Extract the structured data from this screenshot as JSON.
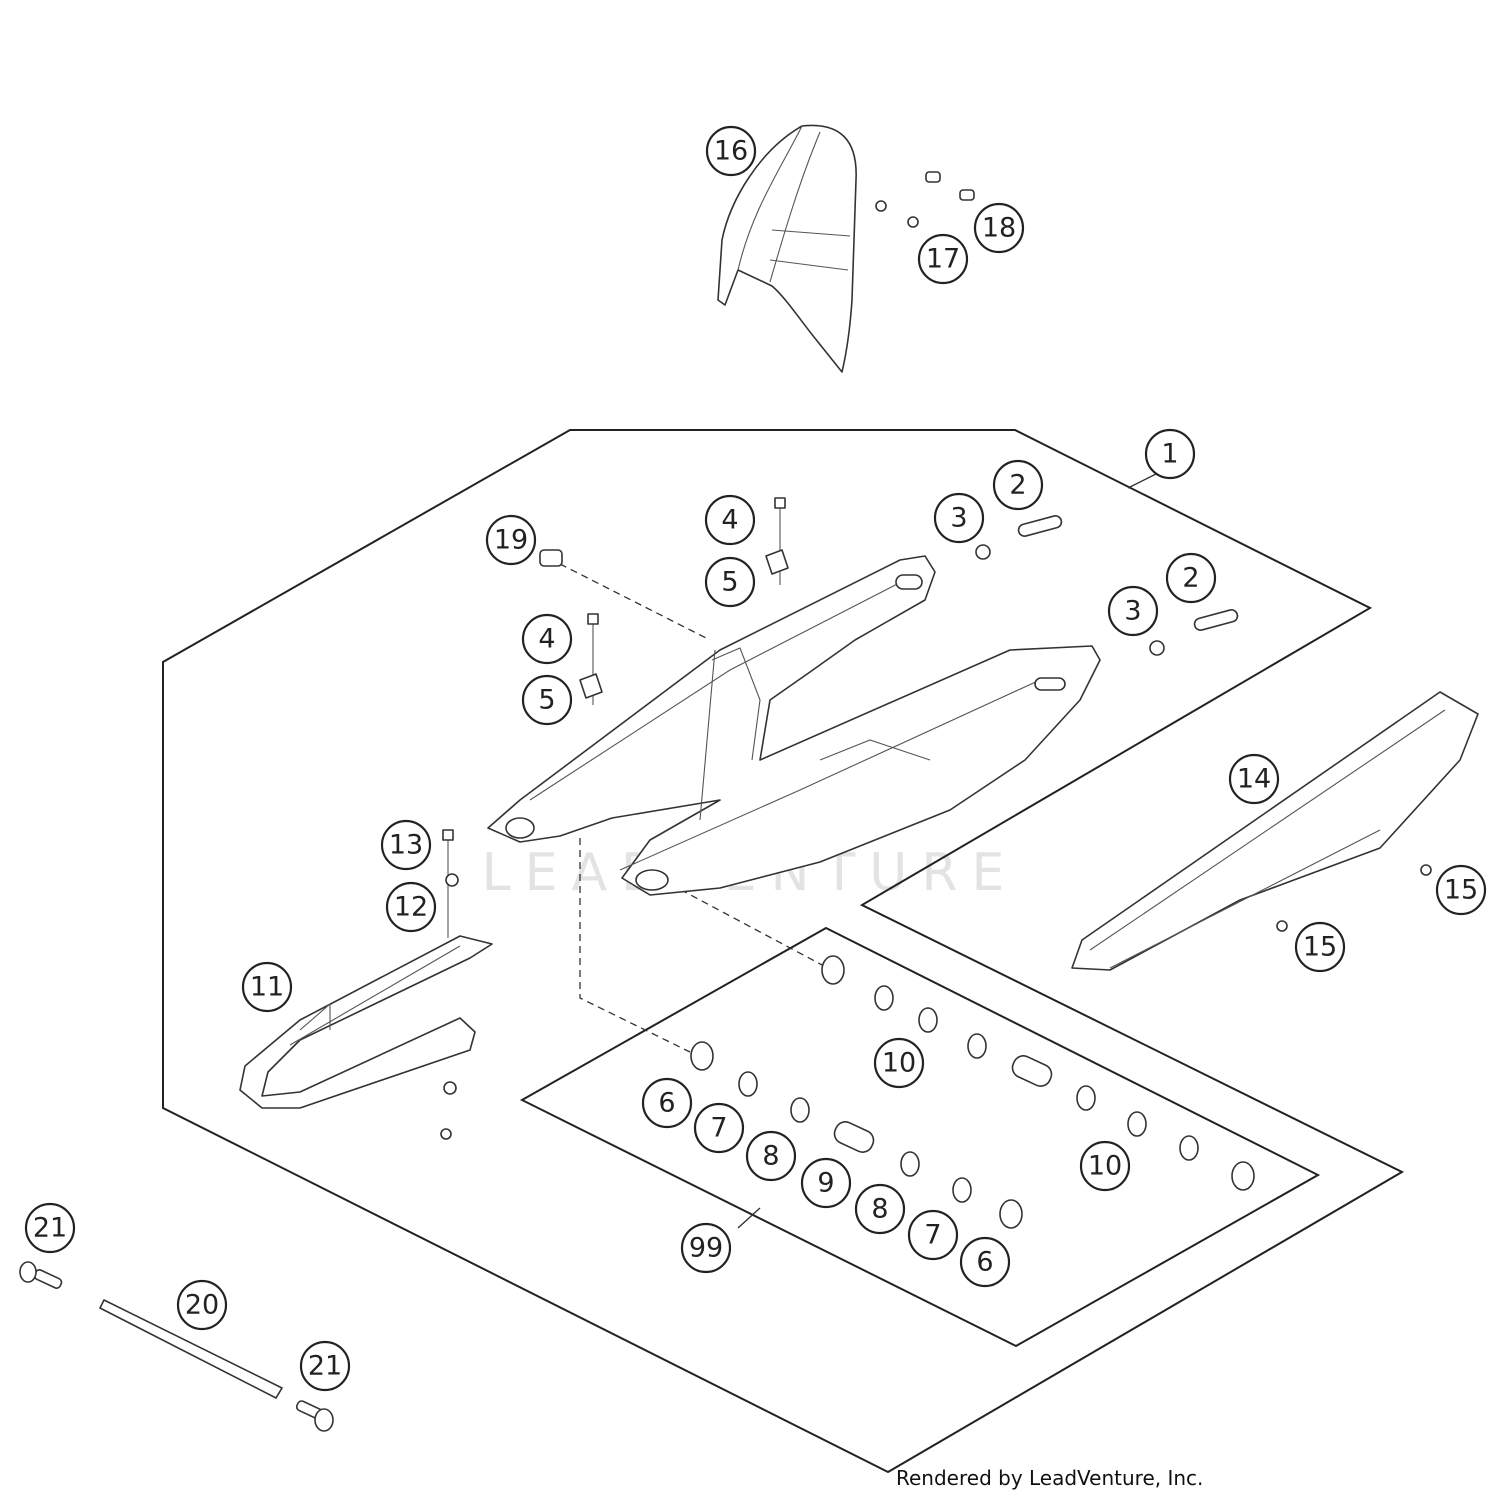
{
  "diagram": {
    "watermark_text": "LEADVENTURE",
    "credit_text": "Rendered by LeadVenture, Inc.",
    "callouts": [
      {
        "id": "c16",
        "label": "16"
      },
      {
        "id": "c18",
        "label": "18"
      },
      {
        "id": "c17",
        "label": "17"
      },
      {
        "id": "c1",
        "label": "1"
      },
      {
        "id": "c2a",
        "label": "2"
      },
      {
        "id": "c3a",
        "label": "3"
      },
      {
        "id": "c4a",
        "label": "4"
      },
      {
        "id": "c19",
        "label": "19"
      },
      {
        "id": "c5a",
        "label": "5"
      },
      {
        "id": "c2b",
        "label": "2"
      },
      {
        "id": "c3b",
        "label": "3"
      },
      {
        "id": "c4b",
        "label": "4"
      },
      {
        "id": "c5b",
        "label": "5"
      },
      {
        "id": "c14",
        "label": "14"
      },
      {
        "id": "c13",
        "label": "13"
      },
      {
        "id": "c12",
        "label": "12"
      },
      {
        "id": "c15a",
        "label": "15"
      },
      {
        "id": "c15b",
        "label": "15"
      },
      {
        "id": "c11",
        "label": "11"
      },
      {
        "id": "c10a",
        "label": "10"
      },
      {
        "id": "c6a",
        "label": "6"
      },
      {
        "id": "c7a",
        "label": "7"
      },
      {
        "id": "c8a",
        "label": "8"
      },
      {
        "id": "c9",
        "label": "9"
      },
      {
        "id": "c10b",
        "label": "10"
      },
      {
        "id": "c8b",
        "label": "8"
      },
      {
        "id": "c7b",
        "label": "7"
      },
      {
        "id": "c6b",
        "label": "6"
      },
      {
        "id": "c99",
        "label": "99"
      },
      {
        "id": "c21a",
        "label": "21"
      },
      {
        "id": "c20",
        "label": "20"
      },
      {
        "id": "c21b",
        "label": "21"
      }
    ]
  }
}
